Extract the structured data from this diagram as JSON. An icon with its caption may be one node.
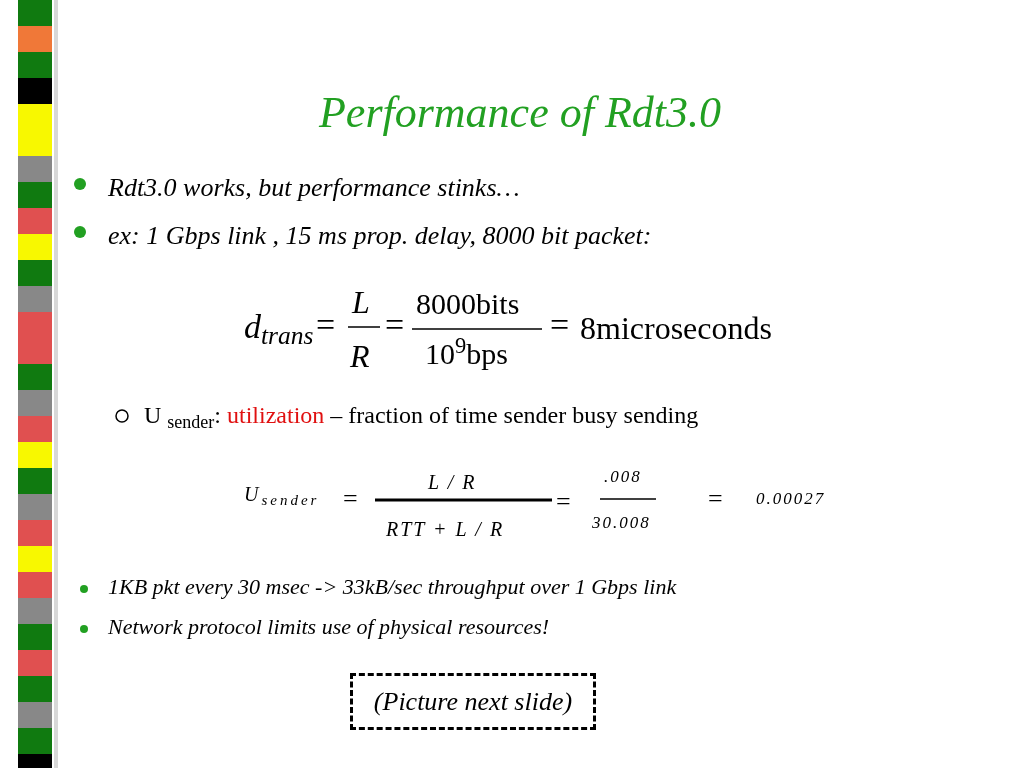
{
  "diagram": {
    "title": "Performance of Rdt3.0",
    "nodes": [
      {
        "text": [
          "(Picture next slide)"
        ]
      }
    ],
    "labels": [
      "Rdt3.0 works, but performance stinks…",
      "ex: 1 Gbps link , 15 ms prop. delay, 8000 bit packet:",
      "d$_{trans}$",
      "=",
      "L",
      "R",
      "=",
      "8000bits",
      "10$^{9}$bps",
      "=",
      "8microseconds",
      "U $_{sender}$:",
      "utilization",
      "– fraction of time sender busy sending",
      "U$_{sender}$",
      "=",
      "L / R",
      "RTT + L / R",
      "=",
      ".008",
      "30.008",
      "=",
      "0.00027",
      "1KB pkt every 30 msec -> 33kB/sec throughput over 1 Gbps link",
      "Network protocol limits use of physical resources!"
    ]
  }
}
